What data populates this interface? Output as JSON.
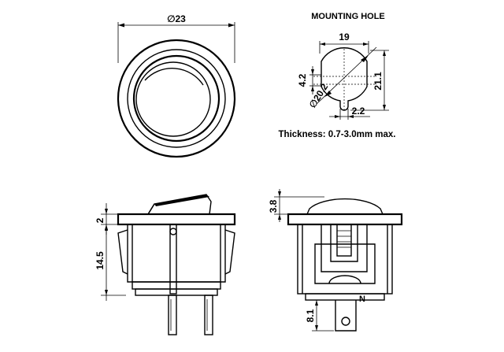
{
  "top_view": {
    "diameter_label": "∅23"
  },
  "mounting_hole": {
    "title": "MOUNTING HOLE",
    "width_label": "19",
    "height_label": "21.1",
    "notch_height_label": "4.2",
    "notch_width_label": "2.2",
    "diameter_label": "∅20.2",
    "thickness_note": "Thickness: 0.7-3.0mm max."
  },
  "side_view": {
    "bezel_label": "2",
    "body_label": "14.5"
  },
  "front_view": {
    "cap_label": "3.8",
    "terminal_label": "8.1",
    "marking": "N"
  }
}
